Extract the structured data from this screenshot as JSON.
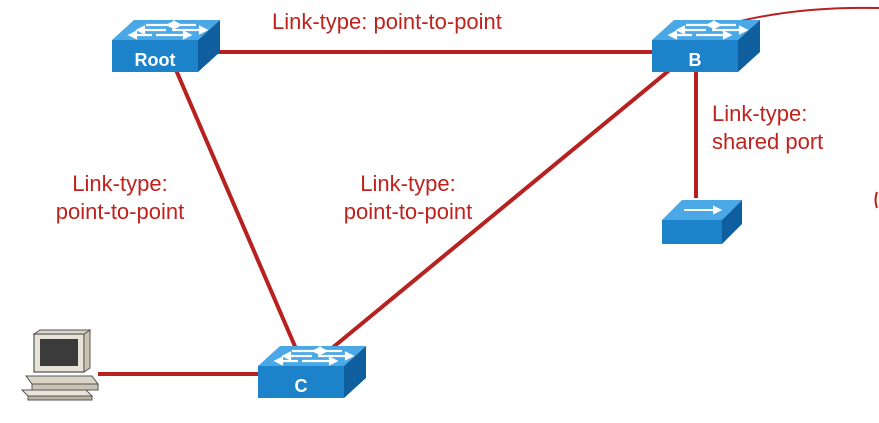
{
  "colors": {
    "link": "#b7211f",
    "label": "#c0221e",
    "switch_top": "#4aa8e6",
    "switch_front": "#1c82c9",
    "switch_side": "#0f5f9e"
  },
  "devices": {
    "root": {
      "label": "Root",
      "icon": "switch-icon"
    },
    "b": {
      "label": "B",
      "icon": "switch-icon"
    },
    "c": {
      "label": "C",
      "icon": "switch-icon"
    },
    "hub": {
      "label": "",
      "icon": "hub-icon"
    },
    "pc": {
      "label": "",
      "icon": "computer-icon"
    }
  },
  "links": {
    "root_b": {
      "line1": "Link-type: point-to-point"
    },
    "root_c": {
      "line1": "Link-type:",
      "line2": "point-to-point"
    },
    "b_c": {
      "line1": "Link-type:",
      "line2": "point-to-point"
    },
    "b_hub": {
      "line1": "Link-type:",
      "line2": "shared port"
    }
  }
}
